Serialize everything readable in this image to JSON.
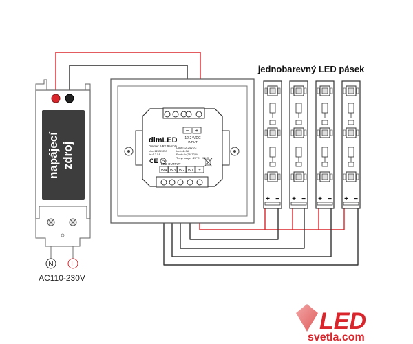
{
  "title": "jednobarevný LED pásek",
  "power_supply": {
    "label_line1": "napájecí",
    "label_line2": "zdroj",
    "terminal_n": "N",
    "terminal_l": "L",
    "voltage": "AC110-230V"
  },
  "controller": {
    "brand": "dimLED",
    "subtitle": "Dimmer & RF Remote",
    "spec_left": [
      "Uin=12-24VDC",
      "Iin=12.5A"
    ],
    "spec_right": [
      "Uout=12-24VDC",
      "Iout=4×3A",
      "Pout=4×(36-72)W",
      "Temp range: -20°C~+55°C"
    ],
    "input_label": "12-24VDC",
    "input_sub": "INPUT",
    "input_minus": "−",
    "input_plus": "+",
    "output_label": "LED OUTPUT",
    "output_terminals": [
      "W4",
      "W3",
      "W2",
      "W1",
      "+"
    ],
    "ce_mark": "CE"
  },
  "led_strip": {
    "plus": "+",
    "minus": "−",
    "count": 4
  },
  "logo": {
    "main": "LED",
    "sub": "svetla.com"
  },
  "colors": {
    "wire_red": "#d8262c",
    "wire_black": "#2a2a2a",
    "wire_gray": "#555555"
  }
}
